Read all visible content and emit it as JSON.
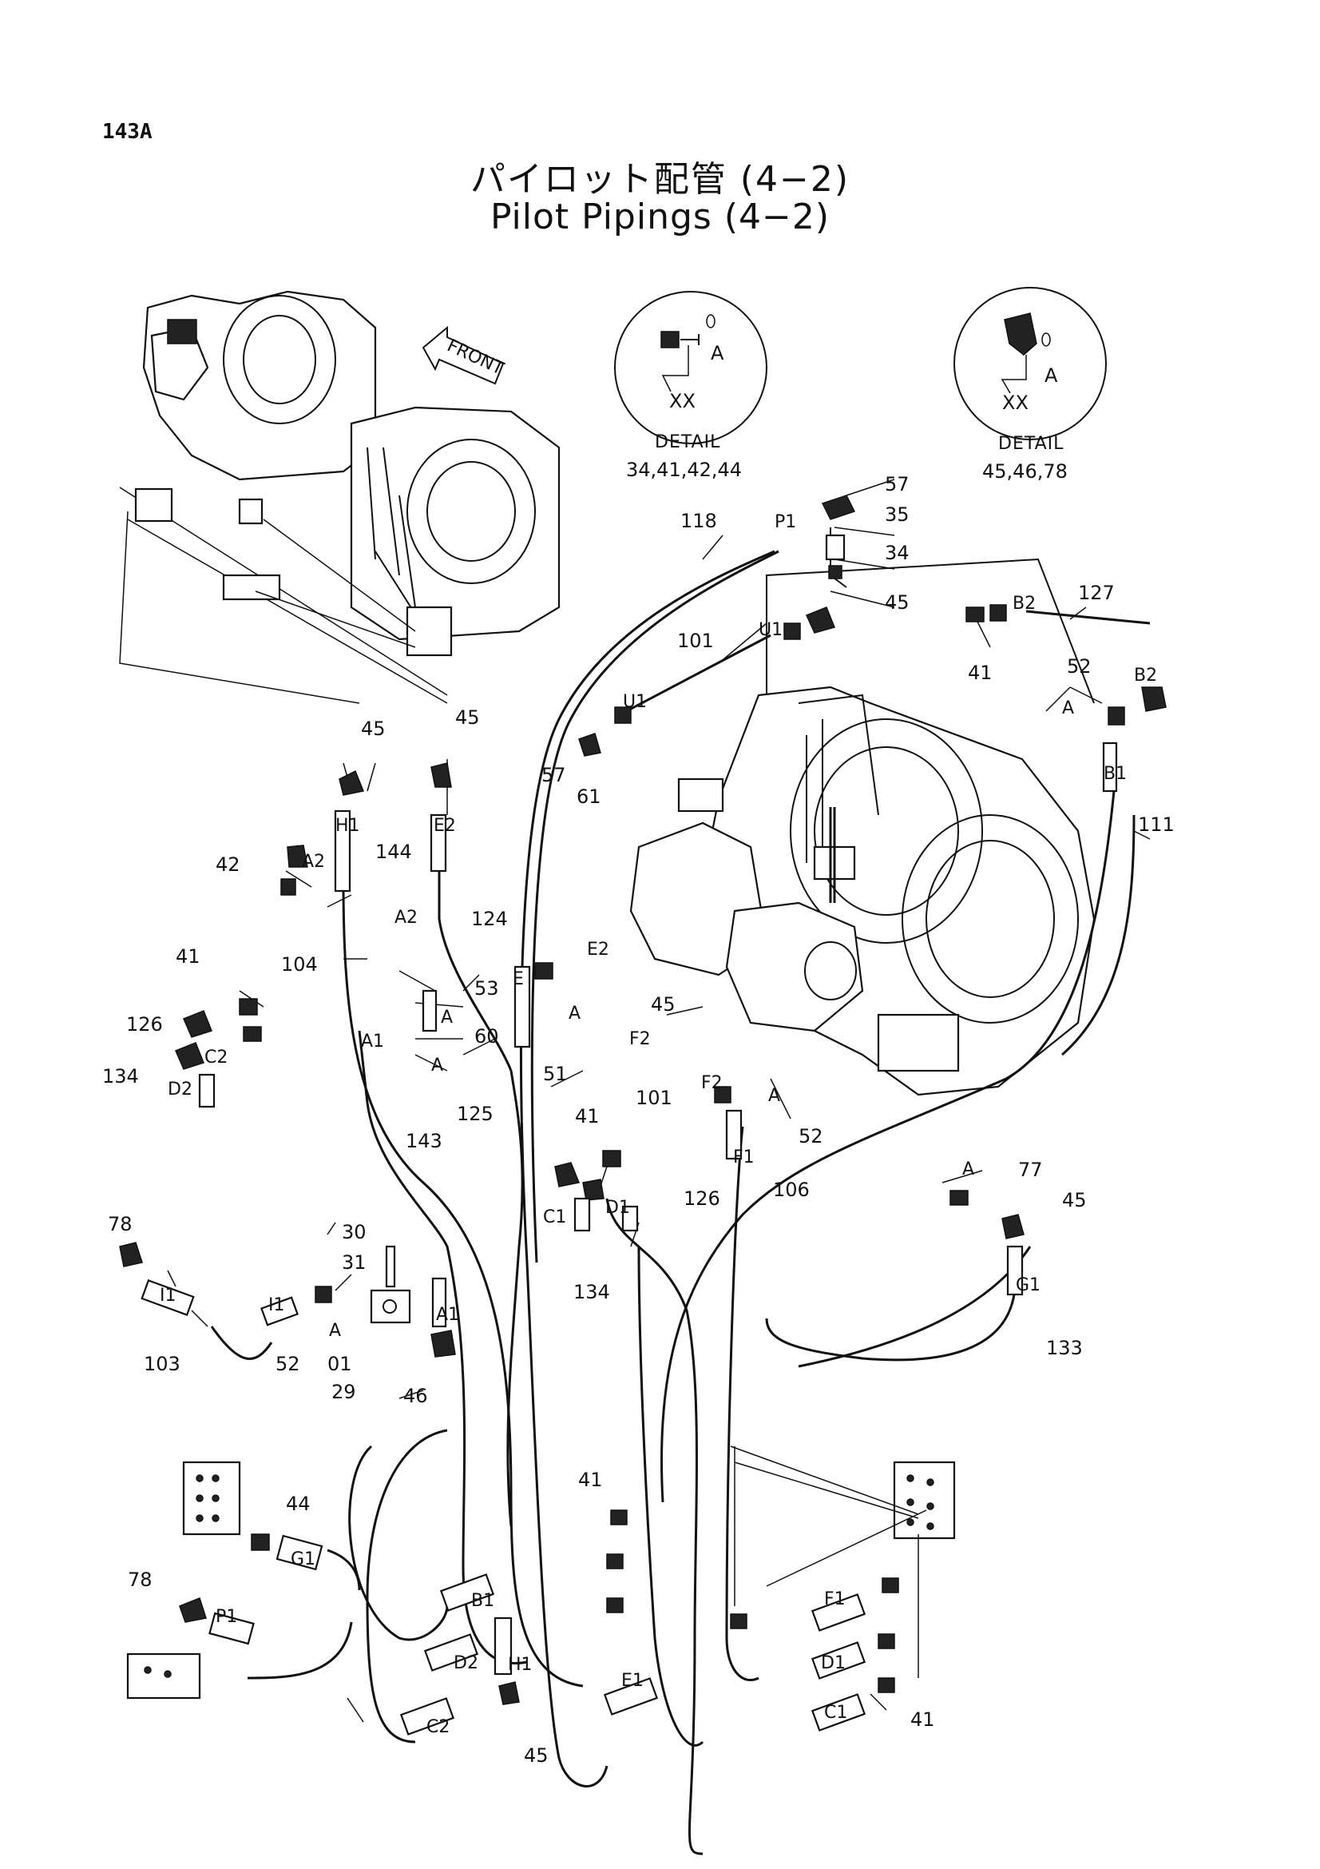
{
  "page_code": "143A",
  "title_ja": "パイロット配管 (4−2)",
  "title_en": "Pilot Pipings (4−2)",
  "direction_label": "FRONT",
  "details": [
    {
      "view": "XX",
      "port": "A",
      "caption": "DETAIL",
      "parts": "34,41,42,44"
    },
    {
      "view": "XX",
      "port": "A",
      "caption": "DETAIL",
      "parts": "45,46,78"
    }
  ],
  "part_numbers": {
    "p57": "57",
    "p35": "35",
    "p34": "34",
    "p45": "45",
    "p118": "118",
    "p101": "101",
    "p41": "41",
    "p127": "127",
    "p52": "52",
    "p111": "111",
    "p61": "61",
    "p144": "144",
    "p42": "42",
    "p124": "124",
    "p104": "104",
    "p53": "53",
    "p60": "60",
    "p126": "126",
    "p134": "134",
    "p51": "51",
    "p125": "125",
    "p143": "143",
    "p106": "106",
    "p77": "77",
    "p78": "78",
    "p30": "30",
    "p31": "31",
    "p103": "103",
    "p01": "01",
    "p29": "29",
    "p46": "46",
    "p133": "133",
    "p44": "44"
  },
  "port_labels": {
    "P1": "P1",
    "U1": "U1",
    "B2": "B2",
    "B1": "B1",
    "A": "A",
    "H1": "H1",
    "E2": "E2",
    "A2": "A2",
    "A1": "A1",
    "E": "E",
    "C2": "C2",
    "D2": "D2",
    "F2": "F2",
    "F1": "F1",
    "C1": "C1",
    "D1": "D1",
    "I1": "I1",
    "G1": "G1",
    "E1": "E1"
  }
}
